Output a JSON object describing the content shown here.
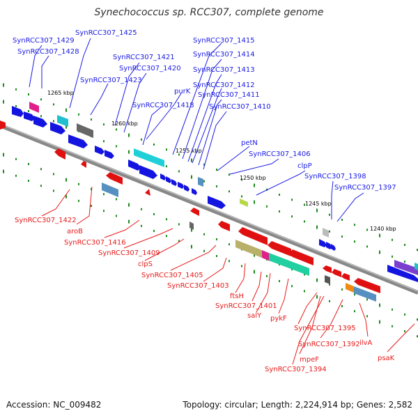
{
  "title": "Synechococcus sp. RCC307, complete genome",
  "footer": {
    "accession": "Accession: NC_009482",
    "summary": "Topology: circular; Length: 2,224,914 bp; Genes: 2,582"
  },
  "scale_labels": [
    "1265 kbp",
    "1260 kbp",
    "1255 kbp",
    "1250 kbp",
    "1245 kbp",
    "1240 kbp"
  ],
  "top_labels": [
    "SynRCC307_1429",
    "SynRCC307_1428",
    "SynRCC307_1425",
    "SynRCC307_1421",
    "SynRCC307_1420",
    "SynRCC307_1423",
    "purK",
    "SynRCC307_1418",
    "SynRCC307_1415",
    "SynRCC307_1414",
    "SynRCC307_1413",
    "SynRCC307_1412",
    "SynRCC307_1411",
    "SynRCC307_1410",
    "petN",
    "SynRCC307_1406",
    "clpP",
    "SynRCC307_1398",
    "SynRCC307_1397"
  ],
  "bottom_labels": [
    "SynRCC307_1422",
    "aroB",
    "SynRCC307_1416",
    "SynRCC307_1409",
    "clpS",
    "SynRCC307_1405",
    "SynRCC307_1403",
    "ftsH",
    "SynRCC307_1401",
    "salY",
    "pykF",
    "SynRCC307_1395",
    "SynRCC307_1392",
    "mpeF",
    "ilvA",
    "SynRCC307_1394",
    "psaK"
  ],
  "colors": {
    "forward": "#1a1ae6",
    "reverse": "#e61a1a",
    "backbone": "#808080",
    "tick": "#1a8a1a"
  }
}
